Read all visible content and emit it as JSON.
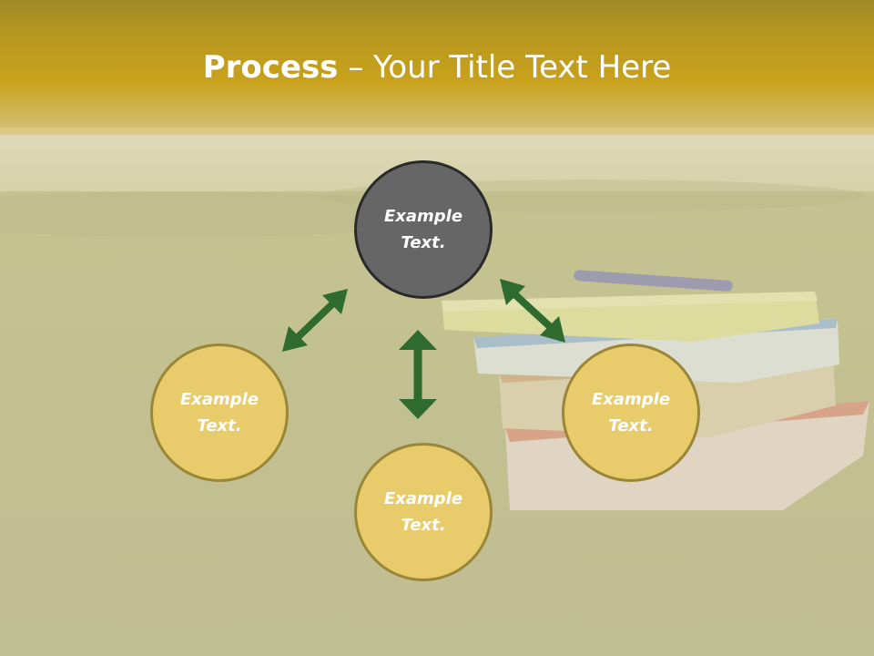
{
  "title": {
    "bold": "Process",
    "rest": " – Your Title Text Here"
  },
  "nodes": {
    "top": {
      "line1": "Example",
      "line2": "Text."
    },
    "left": {
      "line1": "Example",
      "line2": "Text."
    },
    "right": {
      "line1": "Example",
      "line2": "Text."
    },
    "bottom": {
      "line1": "Example",
      "line2": "Text."
    }
  },
  "colors": {
    "title_bar": "#c9a21b",
    "node_fill": "#e8cc6c",
    "node_border": "#9a8636",
    "center_node_fill": "#666666",
    "arrow": "#2f6b2f"
  }
}
